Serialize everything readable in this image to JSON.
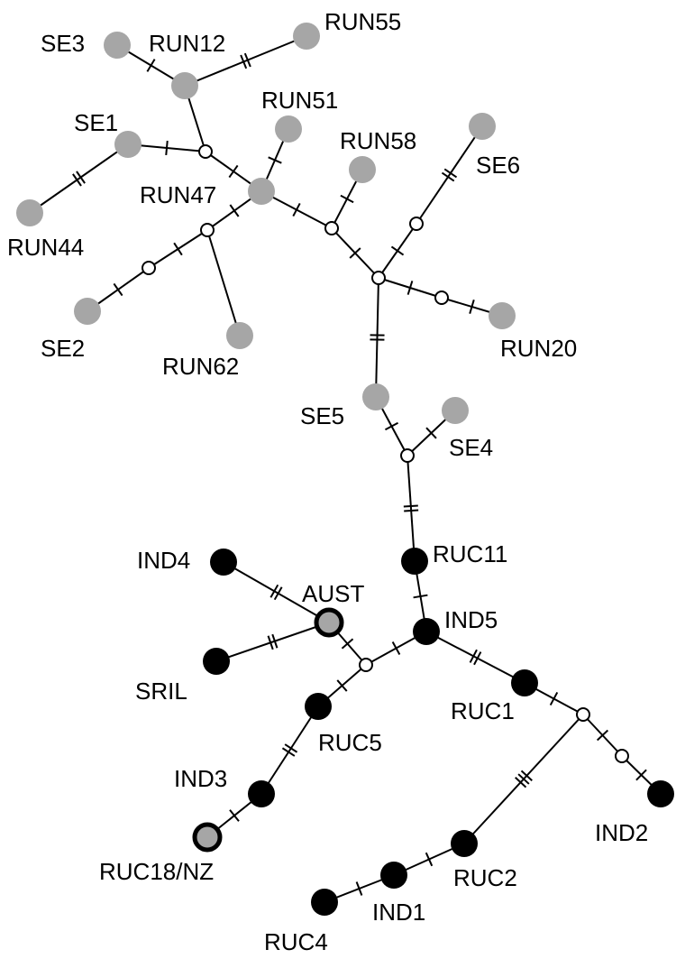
{
  "colors": {
    "background": "#ffffff",
    "line": "#000000",
    "gray_haplotype": "#a6a6a6",
    "black_haplotype": "#000000",
    "median_vector": "#ffffff"
  },
  "labels": {
    "SE3": "SE3",
    "RUN12": "RUN12",
    "RUN55": "RUN55",
    "SE1": "SE1",
    "RUN51": "RUN51",
    "RUN58": "RUN58",
    "SE6": "SE6",
    "RUN47": "RUN47",
    "RUN44": "RUN44",
    "SE2": "SE2",
    "RUN62": "RUN62",
    "RUN20": "RUN20",
    "SE5": "SE5",
    "SE4": "SE4",
    "RUC11": "RUC11",
    "IND4": "IND4",
    "AUST": "AUST",
    "IND5": "IND5",
    "SRIL": "SRIL",
    "RUC1": "RUC1",
    "RUC5": "RUC5",
    "IND3": "IND3",
    "IND2": "IND2",
    "RUC18NZ": "RUC18/NZ",
    "RUC2": "RUC2",
    "IND1": "IND1",
    "RUC4": "RUC4"
  },
  "nodes": [
    {
      "id": "SE3",
      "type": "gray"
    },
    {
      "id": "RUN12",
      "type": "gray"
    },
    {
      "id": "RUN55",
      "type": "gray"
    },
    {
      "id": "SE1",
      "type": "gray"
    },
    {
      "id": "RUN44",
      "type": "gray"
    },
    {
      "id": "RUN51",
      "type": "gray"
    },
    {
      "id": "RUN47",
      "type": "gray"
    },
    {
      "id": "RUN58",
      "type": "gray"
    },
    {
      "id": "SE6",
      "type": "gray"
    },
    {
      "id": "SE2",
      "type": "gray"
    },
    {
      "id": "RUN62",
      "type": "gray"
    },
    {
      "id": "RUN20",
      "type": "gray"
    },
    {
      "id": "SE5",
      "type": "gray"
    },
    {
      "id": "SE4",
      "type": "gray"
    },
    {
      "id": "RUC11",
      "type": "black"
    },
    {
      "id": "IND4",
      "type": "black"
    },
    {
      "id": "AUST",
      "type": "shared"
    },
    {
      "id": "SRIL",
      "type": "black"
    },
    {
      "id": "IND5",
      "type": "black"
    },
    {
      "id": "RUC5",
      "type": "black"
    },
    {
      "id": "IND3",
      "type": "black"
    },
    {
      "id": "RUC18NZ",
      "type": "shared"
    },
    {
      "id": "RUC1",
      "type": "black"
    },
    {
      "id": "IND2",
      "type": "black"
    },
    {
      "id": "RUC2",
      "type": "black"
    },
    {
      "id": "IND1",
      "type": "black"
    },
    {
      "id": "RUC4",
      "type": "black"
    },
    {
      "id": "m1",
      "type": "median"
    },
    {
      "id": "m2",
      "type": "median"
    },
    {
      "id": "m3",
      "type": "median"
    },
    {
      "id": "m4",
      "type": "median"
    },
    {
      "id": "m5",
      "type": "median"
    },
    {
      "id": "m6",
      "type": "median"
    },
    {
      "id": "m7",
      "type": "median"
    },
    {
      "id": "m8",
      "type": "median"
    },
    {
      "id": "m9",
      "type": "median"
    },
    {
      "id": "m10",
      "type": "median"
    },
    {
      "id": "m11",
      "type": "median"
    },
    {
      "id": "m12",
      "type": "median"
    }
  ],
  "edges": [
    {
      "from": "SE3",
      "to": "RUN12",
      "mutations": 1
    },
    {
      "from": "RUN12",
      "to": "RUN55",
      "mutations": 2
    },
    {
      "from": "RUN12",
      "to": "m1",
      "mutations": 0
    },
    {
      "from": "SE1",
      "to": "m1",
      "mutations": 1
    },
    {
      "from": "SE1",
      "to": "RUN44",
      "mutations": 2
    },
    {
      "from": "m1",
      "to": "RUN47",
      "mutations": 1
    },
    {
      "from": "RUN51",
      "to": "RUN47",
      "mutations": 1
    },
    {
      "from": "RUN47",
      "to": "m2",
      "mutations": 1
    },
    {
      "from": "m2",
      "to": "m3",
      "mutations": 1
    },
    {
      "from": "m3",
      "to": "SE2",
      "mutations": 1
    },
    {
      "from": "m2",
      "to": "RUN62",
      "mutations": 0
    },
    {
      "from": "RUN47",
      "to": "m4",
      "mutations": 1
    },
    {
      "from": "m4",
      "to": "RUN58",
      "mutations": 1
    },
    {
      "from": "m4",
      "to": "m5",
      "mutations": 1
    },
    {
      "from": "m5",
      "to": "m6",
      "mutations": 1
    },
    {
      "from": "m6",
      "to": "SE6",
      "mutations": 2
    },
    {
      "from": "m5",
      "to": "m7",
      "mutations": 1
    },
    {
      "from": "m7",
      "to": "RUN20",
      "mutations": 1
    },
    {
      "from": "m5",
      "to": "SE5",
      "mutations": 2
    },
    {
      "from": "SE5",
      "to": "m8",
      "mutations": 1
    },
    {
      "from": "m8",
      "to": "SE4",
      "mutations": 1
    },
    {
      "from": "m8",
      "to": "RUC11",
      "mutations": 2
    },
    {
      "from": "RUC11",
      "to": "IND5",
      "mutations": 1
    },
    {
      "from": "IND4",
      "to": "AUST",
      "mutations": 2
    },
    {
      "from": "SRIL",
      "to": "AUST",
      "mutations": 2
    },
    {
      "from": "AUST",
      "to": "m9",
      "mutations": 1
    },
    {
      "from": "m9",
      "to": "IND5",
      "mutations": 1
    },
    {
      "from": "m9",
      "to": "RUC5",
      "mutations": 1
    },
    {
      "from": "RUC5",
      "to": "IND3",
      "mutations": 2
    },
    {
      "from": "IND3",
      "to": "RUC18NZ",
      "mutations": 1
    },
    {
      "from": "IND5",
      "to": "RUC1",
      "mutations": 2
    },
    {
      "from": "RUC1",
      "to": "m10",
      "mutations": 1
    },
    {
      "from": "m10",
      "to": "m11",
      "mutations": 1
    },
    {
      "from": "m11",
      "to": "IND2",
      "mutations": 1
    },
    {
      "from": "m10",
      "to": "RUC2",
      "mutations": 3
    },
    {
      "from": "RUC2",
      "to": "IND1",
      "mutations": 1
    },
    {
      "from": "IND1",
      "to": "RUC4",
      "mutations": 1
    }
  ]
}
